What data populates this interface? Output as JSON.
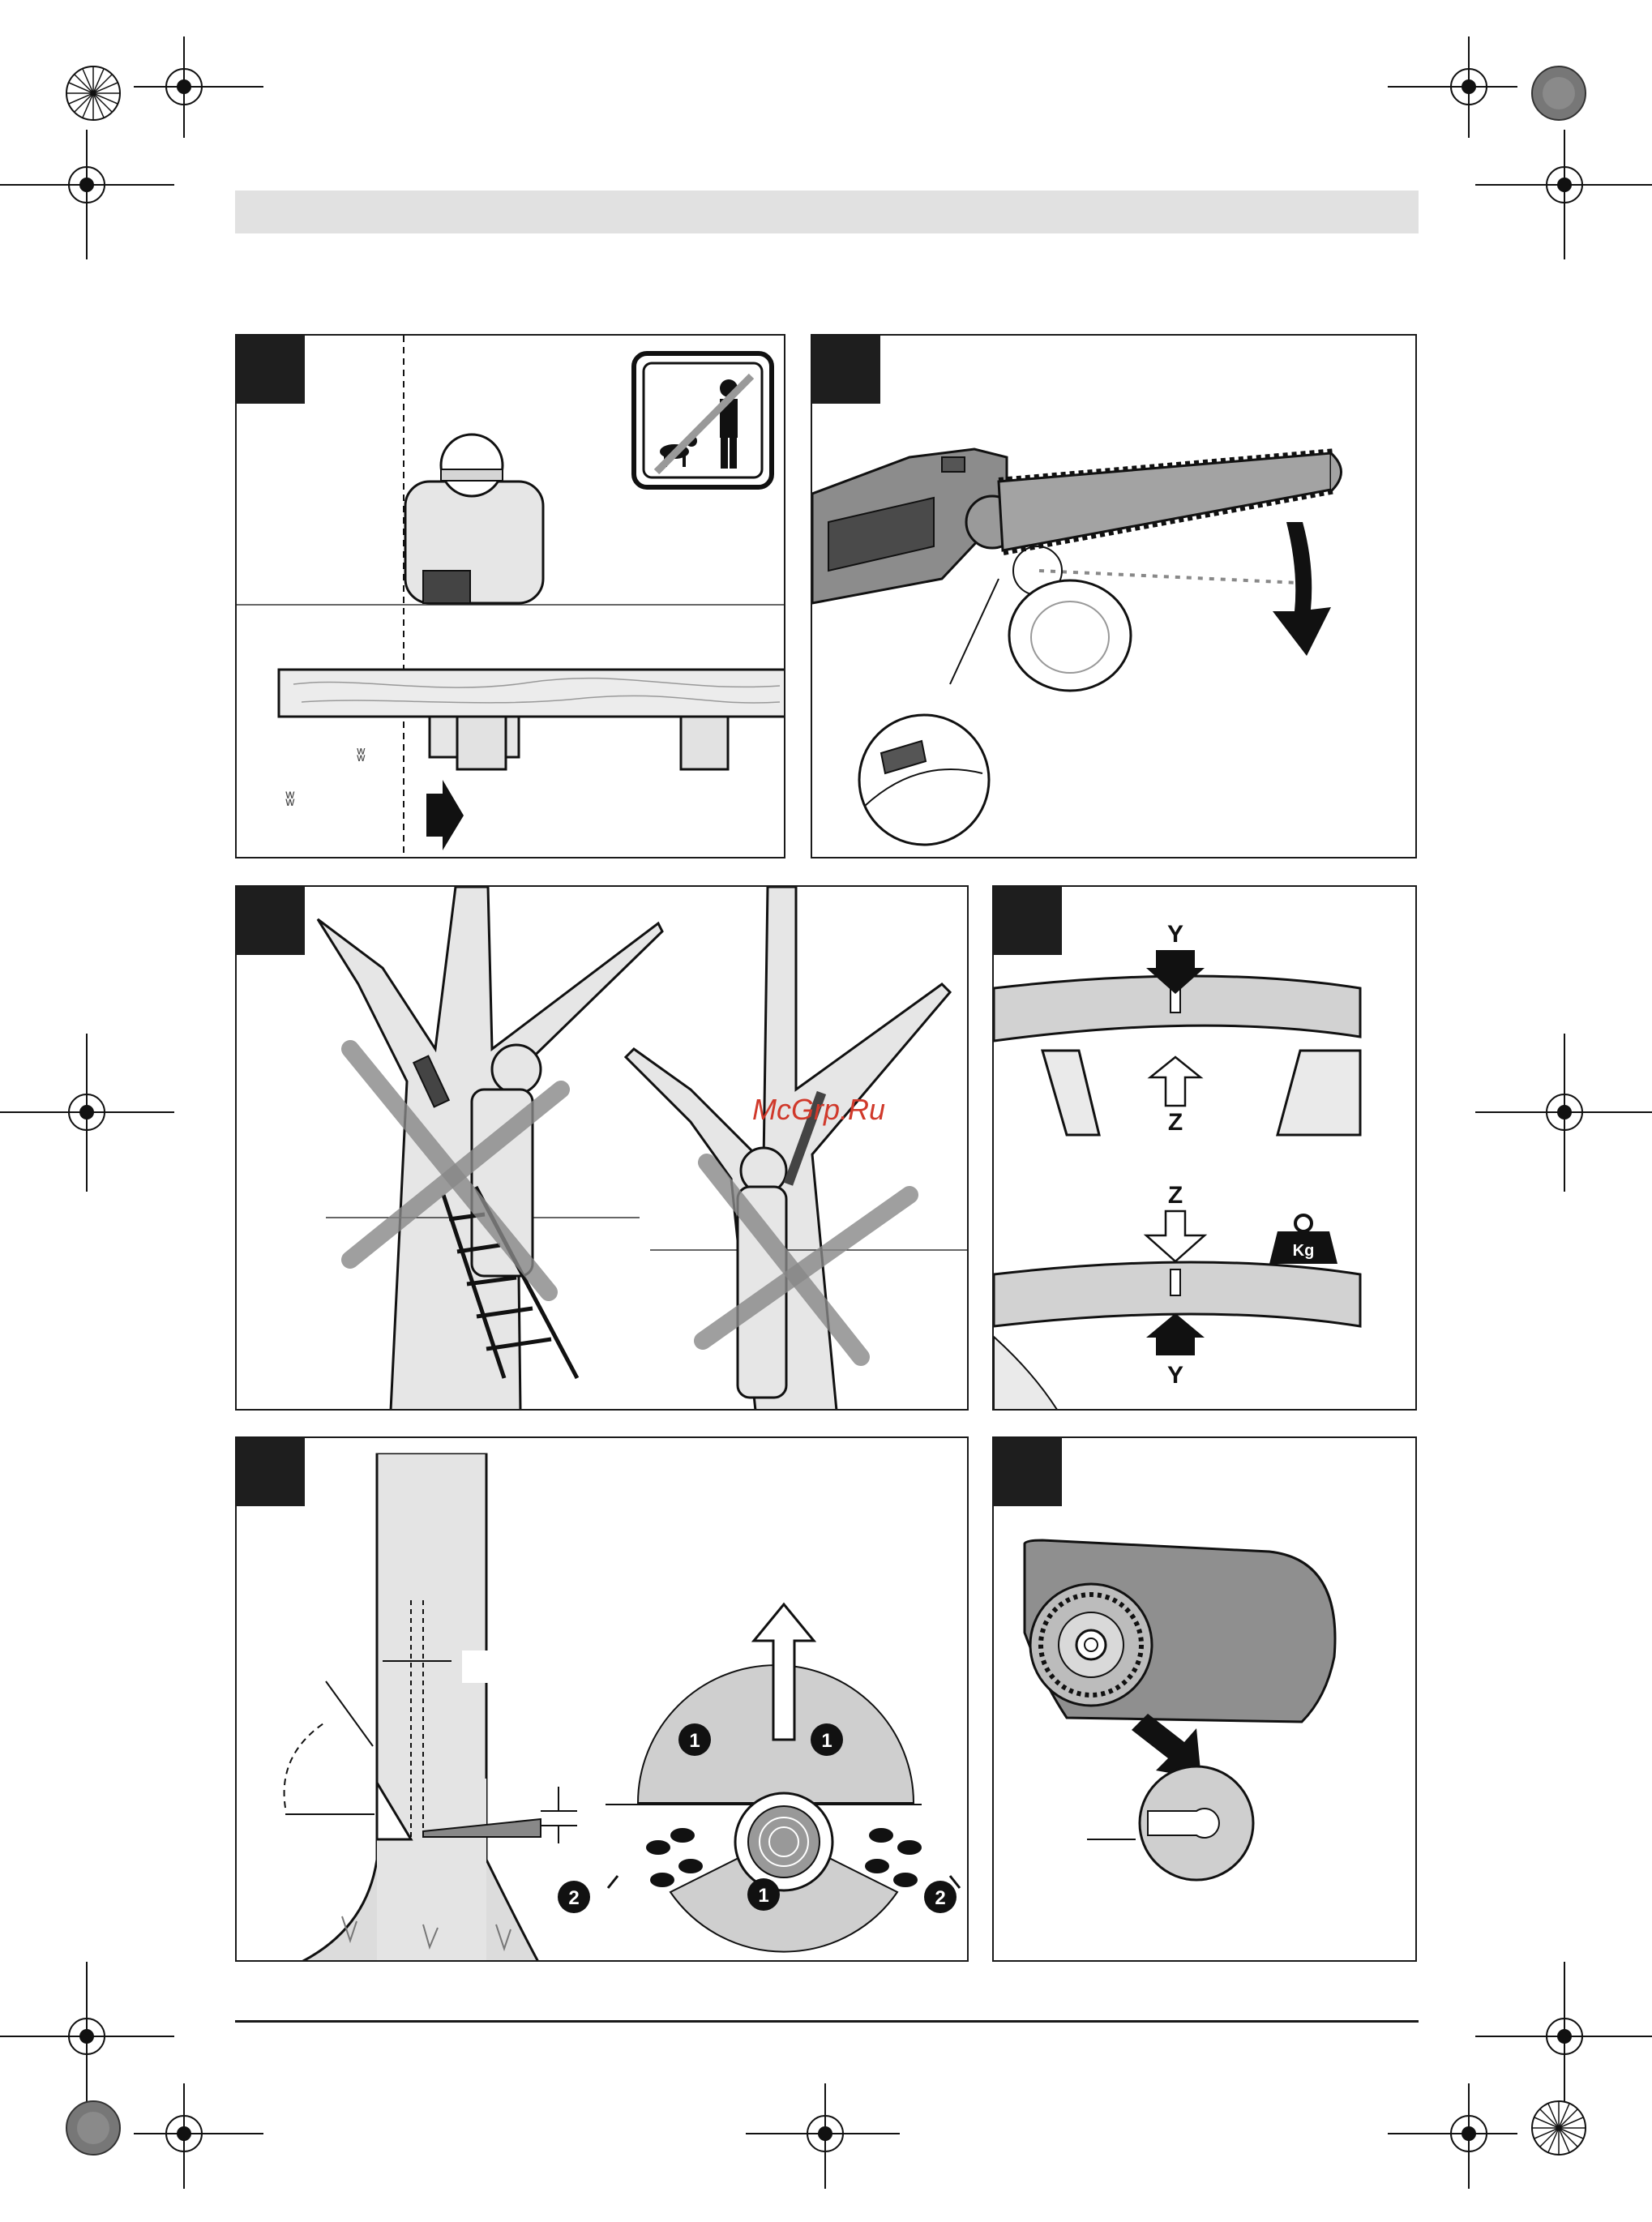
{
  "header": {
    "bar_color": "#e1e1e1"
  },
  "watermark": {
    "text": "McGrp.Ru",
    "color": "#d0392b"
  },
  "panels": {
    "p1": {
      "icon": "no-bystanders-sign-icon"
    },
    "p2": {
      "icon": "chainsaw-bar-icon"
    },
    "p3": {
      "icon": "ladder-warning-icon"
    },
    "p4": {
      "label_y_top": "Y",
      "label_z_top": "Z",
      "label_z_bottom": "Z",
      "label_y_bottom": "Y",
      "weight_label": "Kg"
    },
    "p5": {
      "marker_1": "1",
      "marker_2": "2"
    },
    "p6": {
      "icon": "sprocket-cover-icon"
    }
  },
  "colors": {
    "ink": "#1a1a1a",
    "tab": "#1e1e1e",
    "light_gray": "#d9d9d9",
    "mid_gray": "#a8a8a8"
  }
}
